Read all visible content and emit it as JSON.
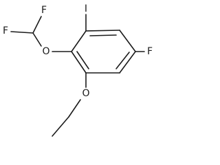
{
  "molecule": {
    "atoms": {
      "iodine": "I",
      "fluorine_ring": "F",
      "fluorine_top": "F",
      "fluorine_left": "F",
      "oxygen_ether_top": "O",
      "oxygen_ether_bottom": "O"
    }
  }
}
